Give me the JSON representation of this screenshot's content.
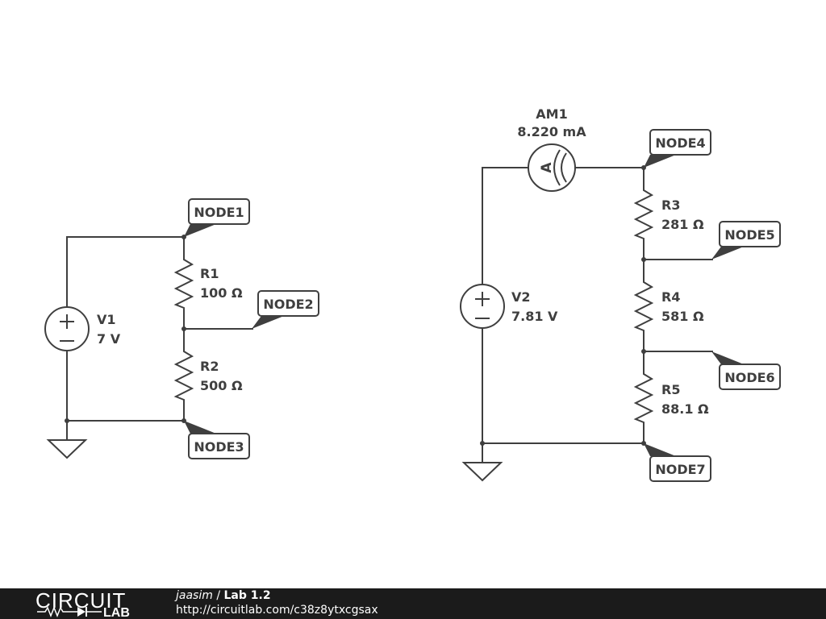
{
  "components": {
    "V1": {
      "name": "V1",
      "value": "7 V"
    },
    "R1": {
      "name": "R1",
      "value": "100 Ω"
    },
    "R2": {
      "name": "R2",
      "value": "500 Ω"
    },
    "AM1": {
      "name": "AM1",
      "value": "8.220 mA",
      "symbol": "A"
    },
    "V2": {
      "name": "V2",
      "value": "7.81 V"
    },
    "R3": {
      "name": "R3",
      "value": "281 Ω"
    },
    "R4": {
      "name": "R4",
      "value": "581 Ω"
    },
    "R5": {
      "name": "R5",
      "value": "88.1 Ω"
    }
  },
  "nodes": {
    "n1": "NODE1",
    "n2": "NODE2",
    "n3": "NODE3",
    "n4": "NODE4",
    "n5": "NODE5",
    "n6": "NODE6",
    "n7": "NODE7"
  },
  "footer": {
    "brand_top": "CIRCUIT",
    "brand_bottom": "LAB",
    "author": "jaasim",
    "separator": " / ",
    "title": "Lab 1.2",
    "url": "http://circuitlab.com/c38z8ytxcgsax"
  },
  "colors": {
    "wire": "#3f3f3f",
    "footer_bg": "#1b1b1b"
  }
}
